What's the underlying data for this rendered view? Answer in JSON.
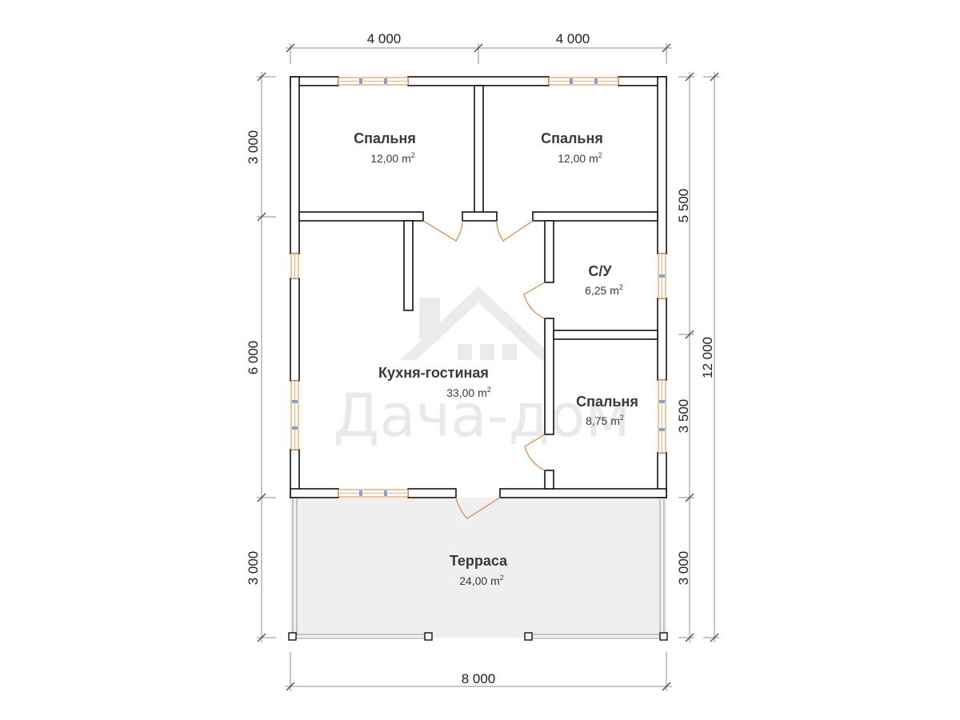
{
  "rooms": {
    "bedroom1": {
      "name": "Спальня",
      "area": "12,00 m",
      "unit_sup": "2"
    },
    "bedroom2": {
      "name": "Спальня",
      "area": "12,00 m",
      "unit_sup": "2"
    },
    "bathroom": {
      "name": "С/У",
      "area": "6,25 m",
      "unit_sup": "2"
    },
    "kitchen_living": {
      "name": "Кухня-гостиная",
      "area": "33,00 m",
      "unit_sup": "2"
    },
    "bedroom3": {
      "name": "Спальня",
      "area": "8,75 m",
      "unit_sup": "2"
    },
    "terrace": {
      "name": "Терраса",
      "area": "24,00 m",
      "unit_sup": "2"
    }
  },
  "dimensions": {
    "top_left": "4 000",
    "top_right": "4 000",
    "bottom": "8 000",
    "left_top": "3 000",
    "left_middle": "6 000",
    "left_bottom": "3 000",
    "right_top": "5 500",
    "right_middle": "3 500",
    "right_bottom": "3 000",
    "right_total": "12 000"
  },
  "watermark": {
    "text": "Дача-дом"
  },
  "colors": {
    "wall_stroke": "#111111",
    "window": "#e99a5a",
    "door": "#e3823c",
    "terrace_fill": "#efefef"
  }
}
